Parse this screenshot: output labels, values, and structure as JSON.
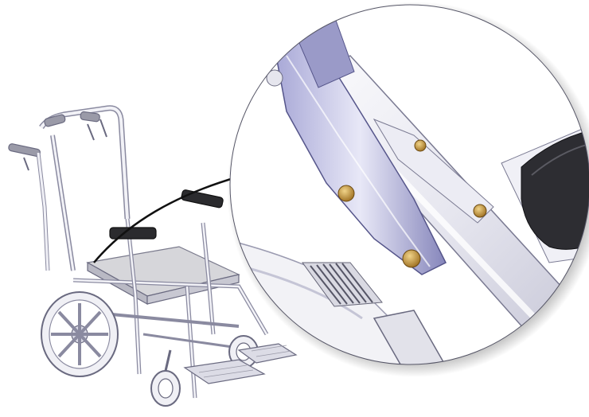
{
  "figure": {
    "colors": {
      "background": "#ffffff",
      "frame": "#e9e9f2",
      "frame_shade": "#b8b8cc",
      "outline": "#6a6a80",
      "seat": "#d6d6da",
      "armrest_pad": "#2b2b2e",
      "handle_grip": "#9a9aa8",
      "tube_light": "#f4f4f8",
      "tube_dark": "#c5c5d6",
      "bracket": "#8c8cc4",
      "bolt": "#c79a3e",
      "footplate": "#dcdce6"
    },
    "icons": [
      "wheelchair-illustration",
      "magnifier-callout",
      "leader-line"
    ]
  }
}
